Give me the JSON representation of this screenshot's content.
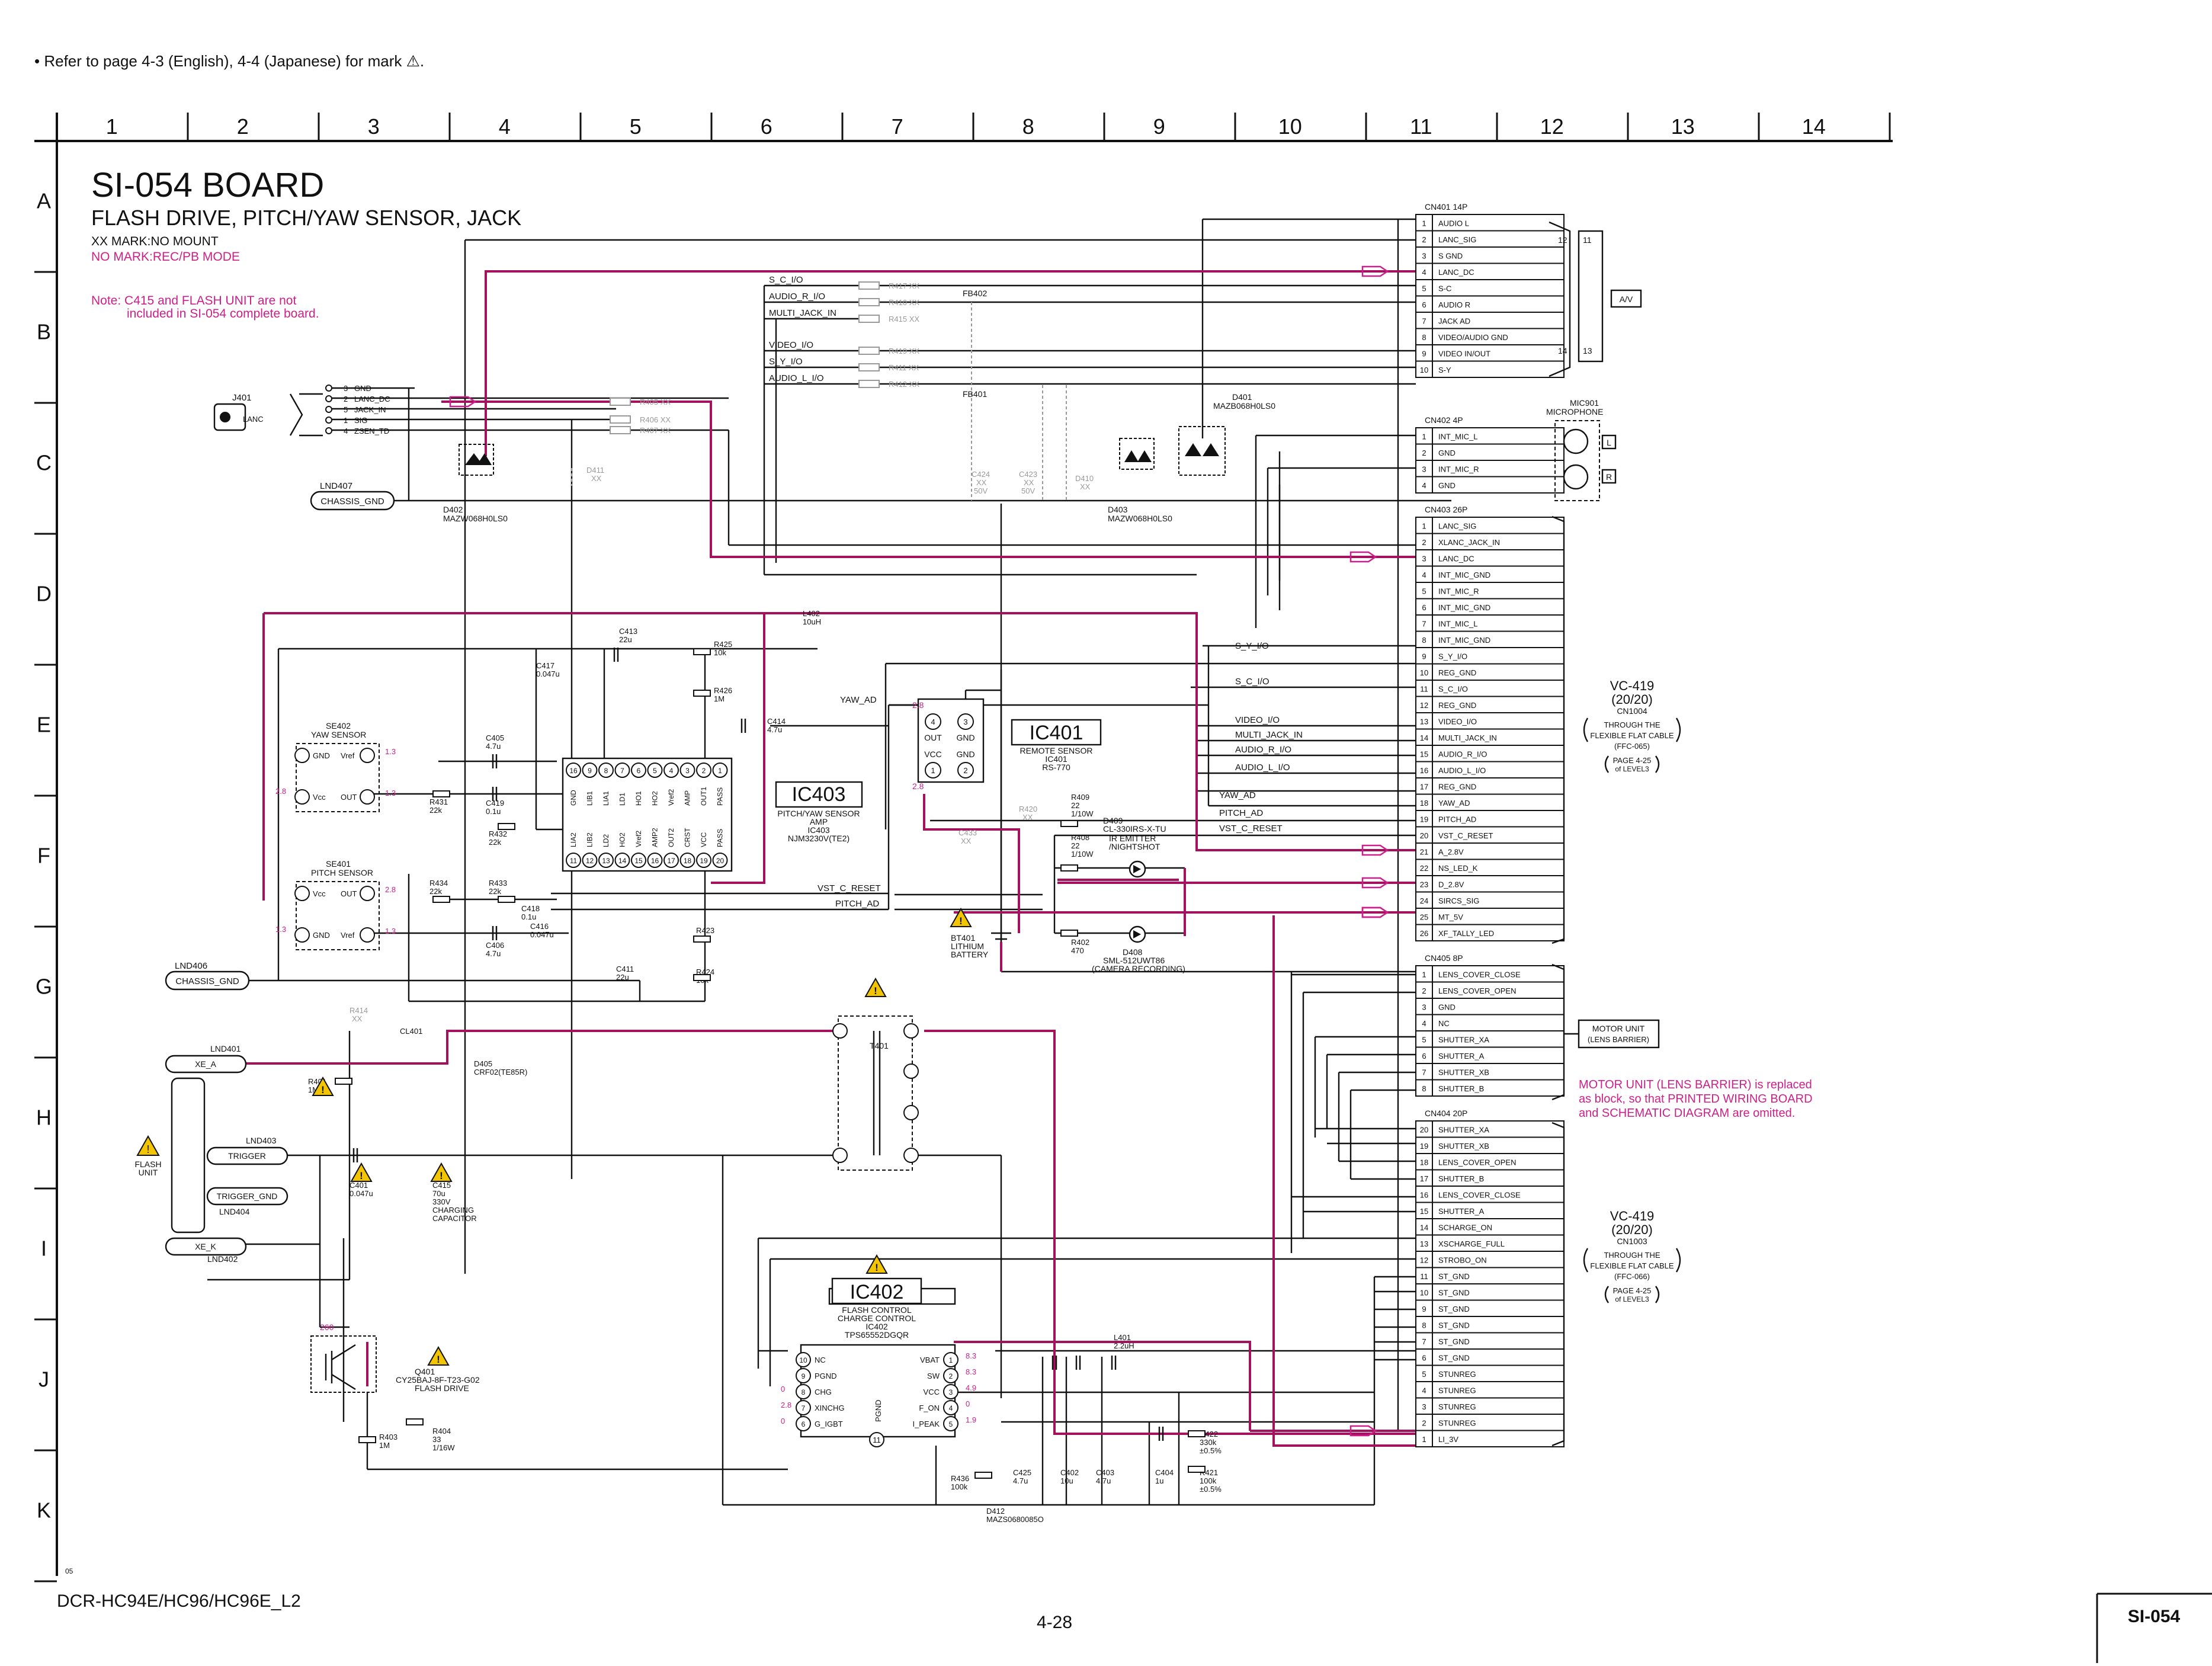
{
  "header_note": "• Refer to page 4-3 (English), 4-4 (Japanese) for mark ⚠.",
  "columns": [
    "1",
    "2",
    "3",
    "4",
    "5",
    "6",
    "7",
    "8",
    "9",
    "10",
    "11",
    "12",
    "13",
    "14"
  ],
  "rows": [
    "A",
    "B",
    "C",
    "D",
    "E",
    "F",
    "G",
    "H",
    "I",
    "J",
    "K"
  ],
  "board": {
    "title": "SI-054 BOARD",
    "subtitle": "FLASH DRIVE, PITCH/YAW SENSOR, JACK",
    "mark1": "XX MARK:NO MOUNT",
    "mark2": "NO MARK:REC/PB MODE",
    "note_line1": "Note: C415 and FLASH UNIT are not",
    "note_line2": "included in SI-054 complete board."
  },
  "cn401": {
    "title": "CN401  14P",
    "pins": [
      {
        "n": "1",
        "s": "AUDIO L"
      },
      {
        "n": "2",
        "s": "LANC_SIG"
      },
      {
        "n": "3",
        "s": "S GND"
      },
      {
        "n": "4",
        "s": "LANC_DC"
      },
      {
        "n": "5",
        "s": "S-C"
      },
      {
        "n": "6",
        "s": "AUDIO R"
      },
      {
        "n": "7",
        "s": "JACK AD"
      },
      {
        "n": "8",
        "s": "VIDEO/AUDIO GND"
      },
      {
        "n": "9",
        "s": "VIDEO IN/OUT"
      },
      {
        "n": "10",
        "s": "S-Y"
      }
    ]
  },
  "av_label": "A/V",
  "av_pins": [
    "12",
    "11",
    "14",
    "13"
  ],
  "cn402": {
    "title": "CN402  4P",
    "pins": [
      {
        "n": "1",
        "s": "INT_MIC_L"
      },
      {
        "n": "2",
        "s": "GND"
      },
      {
        "n": "3",
        "s": "INT_MIC_R"
      },
      {
        "n": "4",
        "s": "GND"
      }
    ]
  },
  "mic": {
    "ref": "MIC901",
    "label": "MICROPHONE",
    "l": "L",
    "r": "R"
  },
  "cn403": {
    "title": "CN403  26P",
    "pins": [
      {
        "n": "1",
        "s": "LANC_SIG"
      },
      {
        "n": "2",
        "s": "XLANC_JACK_IN"
      },
      {
        "n": "3",
        "s": "LANC_DC"
      },
      {
        "n": "4",
        "s": "INT_MIC_GND"
      },
      {
        "n": "5",
        "s": "INT_MIC_R"
      },
      {
        "n": "6",
        "s": "INT_MIC_GND"
      },
      {
        "n": "7",
        "s": "INT_MIC_L"
      },
      {
        "n": "8",
        "s": "INT_MIC_GND"
      },
      {
        "n": "9",
        "s": "S_Y_I/O"
      },
      {
        "n": "10",
        "s": "REG_GND"
      },
      {
        "n": "11",
        "s": "S_C_I/O"
      },
      {
        "n": "12",
        "s": "REG_GND"
      },
      {
        "n": "13",
        "s": "VIDEO_I/O"
      },
      {
        "n": "14",
        "s": "MULTI_JACK_IN"
      },
      {
        "n": "15",
        "s": "AUDIO_R_I/O"
      },
      {
        "n": "16",
        "s": "AUDIO_L_I/O"
      },
      {
        "n": "17",
        "s": "REG_GND"
      },
      {
        "n": "18",
        "s": "YAW_AD"
      },
      {
        "n": "19",
        "s": "PITCH_AD"
      },
      {
        "n": "20",
        "s": "VST_C_RESET"
      },
      {
        "n": "21",
        "s": "A_2.8V"
      },
      {
        "n": "22",
        "s": "NS_LED_K"
      },
      {
        "n": "23",
        "s": "D_2.8V"
      },
      {
        "n": "24",
        "s": "SIRCS_SIG"
      },
      {
        "n": "25",
        "s": "MT_5V"
      },
      {
        "n": "26",
        "s": "XF_TALLY_LED"
      }
    ]
  },
  "cn405": {
    "title": "CN405  8P",
    "pins": [
      {
        "n": "1",
        "s": "LENS_COVER_CLOSE"
      },
      {
        "n": "2",
        "s": "LENS_COVER_OPEN"
      },
      {
        "n": "3",
        "s": "GND"
      },
      {
        "n": "4",
        "s": "NC"
      },
      {
        "n": "5",
        "s": "SHUTTER_XA"
      },
      {
        "n": "6",
        "s": "SHUTTER_A"
      },
      {
        "n": "7",
        "s": "SHUTTER_XB"
      },
      {
        "n": "8",
        "s": "SHUTTER_B"
      }
    ]
  },
  "cn404": {
    "title": "CN404  20P",
    "pins": [
      {
        "n": "20",
        "s": "SHUTTER_XA"
      },
      {
        "n": "19",
        "s": "SHUTTER_XB"
      },
      {
        "n": "18",
        "s": "LENS_COVER_OPEN"
      },
      {
        "n": "17",
        "s": "SHUTTER_B"
      },
      {
        "n": "16",
        "s": "LENS_COVER_CLOSE"
      },
      {
        "n": "15",
        "s": "SHUTTER_A"
      },
      {
        "n": "14",
        "s": "SCHARGE_ON"
      },
      {
        "n": "13",
        "s": "XSCHARGE_FULL"
      },
      {
        "n": "12",
        "s": "STROBO_ON"
      },
      {
        "n": "11",
        "s": "ST_GND"
      },
      {
        "n": "10",
        "s": "ST_GND"
      },
      {
        "n": "9",
        "s": "ST_GND"
      },
      {
        "n": "8",
        "s": "ST_GND"
      },
      {
        "n": "7",
        "s": "ST_GND"
      },
      {
        "n": "6",
        "s": "ST_GND"
      },
      {
        "n": "5",
        "s": "STUNREG"
      },
      {
        "n": "4",
        "s": "STUNREG"
      },
      {
        "n": "3",
        "s": "STUNREG"
      },
      {
        "n": "2",
        "s": "STUNREG"
      },
      {
        "n": "1",
        "s": "LI_3V"
      }
    ]
  },
  "vc419_upper": {
    "l1": "VC-419",
    "l2": "(20/20)",
    "l3": "CN1004",
    "l4": "THROUGH THE",
    "l5": "FLEXIBLE FLAT CABLE",
    "l6": "(FFC-065)",
    "l7": "PAGE 4-25",
    "l8": "of LEVEL3"
  },
  "vc419_lower": {
    "l1": "VC-419",
    "l2": "(20/20)",
    "l3": "CN1003",
    "l4": "THROUGH THE",
    "l5": "FLEXIBLE FLAT CABLE",
    "l6": "(FFC-066)",
    "l7": "PAGE 4-25",
    "l8": "of LEVEL3"
  },
  "motor_unit": {
    "l1": "MOTOR UNIT",
    "l2": "(LENS BARRIER)"
  },
  "motor_note": {
    "l1": "MOTOR UNIT (LENS BARRIER) is replaced",
    "l2": "as block, so that PRINTED WIRING BOARD",
    "l3": "and SCHEMATIC DIAGRAM are omitted."
  },
  "ic403": {
    "name": "IC403",
    "l1": "PITCH/YAW SENSOR",
    "l2": "AMP",
    "l3": "IC403",
    "l4": "NJM3230V(TE2)",
    "top_pins": [
      "16",
      "9",
      "8",
      "7",
      "6",
      "5",
      "4",
      "3",
      "2",
      "1"
    ],
    "bottom_pins": [
      "11",
      "12",
      "13",
      "14",
      "15",
      "16",
      "17",
      "18",
      "19",
      "20"
    ],
    "pin_names": [
      "GND",
      "LIB1",
      "LIA1",
      "LD1",
      "HO1",
      "HO2",
      "Vref2",
      "AMP",
      "OUT1",
      "PASS",
      "LIA2",
      "LIB2",
      "LD2",
      "HO2",
      "Vref2",
      "AMP2",
      "OUT2",
      "CRST",
      "VCC",
      "PASS"
    ]
  },
  "ic401": {
    "name": "IC401",
    "l1": "REMOTE SENSOR",
    "l2": "IC401",
    "l3": "RS-770",
    "pins": [
      "4",
      "3",
      "1",
      "2"
    ],
    "pin_names": [
      "OUT",
      "GND",
      "VCC",
      "GND"
    ],
    "v": "2.8"
  },
  "ic402": {
    "name": "IC402",
    "l1": "FLASH CONTROL",
    "l2": "CHARGE CONTROL",
    "l3": "IC402",
    "l4": "TPS65552DGQR",
    "left": [
      {
        "n": "10",
        "s": "NC"
      },
      {
        "n": "9",
        "s": "PGND"
      },
      {
        "n": "8",
        "s": "CHG"
      },
      {
        "n": "7",
        "s": "XINCHG"
      },
      {
        "n": "6",
        "s": "G_IGBT"
      }
    ],
    "right": [
      {
        "n": "1",
        "s": "VBAT",
        "v": "8.3"
      },
      {
        "n": "2",
        "s": "SW",
        "v": "8.3"
      },
      {
        "n": "3",
        "s": "VCC",
        "v": "4.9"
      },
      {
        "n": "4",
        "s": "F_ON",
        "v": "0"
      },
      {
        "n": "5",
        "s": "I_PEAK",
        "v": "1.9"
      }
    ],
    "left_v": [
      "0",
      "2.8",
      "0"
    ],
    "bottom": "11",
    "bottom_label": "PGND"
  },
  "sensors": {
    "se402": {
      "ref": "SE402",
      "label": "YAW SENSOR",
      "p1": "GND",
      "p2": "Vref",
      "p3": "Vcc",
      "p4": "OUT",
      "v1": "1.3",
      "v2": "2.8",
      "v3": "1.3"
    },
    "se401": {
      "ref": "SE401",
      "label": "PITCH SENSOR",
      "p1": "Vcc",
      "p2": "OUT",
      "p3": "GND",
      "p4": "Vref",
      "v1": "2.8",
      "v2": "1.3",
      "v3": "1.3"
    }
  },
  "jack": {
    "ref": "J401",
    "label": "LANC",
    "pins": [
      {
        "n": "3",
        "s": "GND"
      },
      {
        "n": "2",
        "s": "LANC_DC"
      },
      {
        "n": "5",
        "s": "JACK_IN"
      },
      {
        "n": "1",
        "s": "SIG"
      },
      {
        "n": "4",
        "s": "ZSEN_TD"
      }
    ]
  },
  "nets": {
    "chassis_gnd": "CHASSIS_GND",
    "lnd407": "LND407",
    "lnd406": "LND406",
    "yaw_ad": "YAW_AD",
    "pitch_ad": "PITCH_AD",
    "vst_c_reset": "VST_C_RESET",
    "s_c": "S_C_I/O",
    "audio_r": "AUDIO_R_I/O",
    "multi": "MULTI_JACK_IN",
    "video": "VIDEO_I/O",
    "s_y": "S_Y_I/O",
    "audio_l": "AUDIO_L_I/O",
    "s_y2": "S_Y_I/O",
    "s_c2": "S_C_I/O",
    "video2": "VIDEO_I/O",
    "multi2": "MULTI_JACK_IN",
    "audio_r2": "AUDIO_R_I/O",
    "audio_l2": "AUDIO_L_I/O",
    "yaw2": "YAW_AD",
    "pitch2": "PITCH_AD",
    "vst2": "VST_C_RESET",
    "fb401": "FB401",
    "fb402": "FB402"
  },
  "flash": {
    "unit_l1": "FLASH",
    "unit_l2": "UNIT",
    "lnd401": "LND401",
    "xe_a": "XE_A",
    "lnd403": "LND403",
    "trigger": "TRIGGER",
    "trigger_gnd": "TRIGGER_GND",
    "lnd404": "LND404",
    "xe_k": "XE_K",
    "lnd402": "LND402"
  },
  "parts": {
    "d402": [
      "D402",
      "MAZW068H0LS0"
    ],
    "d401": [
      "D401",
      "MAZB068H0LS0"
    ],
    "d403": [
      "D403",
      "MAZW068H0LS0"
    ],
    "d405": [
      "D405",
      "CRF02(TE85R)"
    ],
    "d412": [
      "D412",
      "MAZS0680085O"
    ],
    "q401": [
      "Q401",
      "CY25BAJ-8F-T23-G02",
      "FLASH DRIVE"
    ],
    "t401": "T401",
    "bt401": [
      "BT401",
      "LITHIUM",
      "BATTERY"
    ],
    "d409": [
      "D409",
      "CL-330IRS-X-TU",
      "IR EMITTER",
      "/NIGHTSHOT"
    ],
    "d408": [
      "D408",
      "SML-512UWT86",
      "(CAMERA RECORDING)"
    ],
    "l402": [
      "L402",
      "10uH"
    ],
    "l401": [
      "L401",
      "2.2uH"
    ],
    "c417": [
      "C417",
      "0.047u"
    ],
    "c413": [
      "C413",
      "22u"
    ],
    "r425": [
      "R425",
      "10k"
    ],
    "r426": [
      "R426",
      "1M"
    ],
    "c414": [
      "C414",
      "4.7u"
    ],
    "c405": [
      "C405",
      "4.7u"
    ],
    "r431": [
      "R431",
      "22k"
    ],
    "c419": [
      "C419",
      "0.1u"
    ],
    "r432": [
      "R432",
      "22k"
    ],
    "r434": [
      "R434",
      "22k"
    ],
    "r433": [
      "R433",
      "22k"
    ],
    "c418": [
      "C418",
      "0.1u"
    ],
    "c416": [
      "C416",
      "0.047u"
    ],
    "c406": [
      "C406",
      "4.7u"
    ],
    "c411": [
      "C411",
      "22u"
    ],
    "r423": [
      "R423",
      "1M"
    ],
    "r424": [
      "R424",
      "10k"
    ],
    "r409": [
      "R409",
      "22",
      "1/10W"
    ],
    "r408": [
      "R408",
      "22",
      "1/10W"
    ],
    "r402": [
      "R402",
      "470"
    ],
    "r401": [
      "R401",
      "1M"
    ],
    "c401": [
      "C401",
      "0.047u"
    ],
    "c415": [
      "C415",
      "70u",
      "330V",
      "CHARGING",
      "CAPACITOR"
    ],
    "cl401": "CL401",
    "r403": [
      "R403",
      "1M"
    ],
    "r404": [
      "R404",
      "33",
      "1/16W"
    ],
    "v260": "260",
    "r436": [
      "R436",
      "100k"
    ],
    "c425": [
      "C425",
      "4.7u"
    ],
    "c402": [
      "C402",
      "10u"
    ],
    "c403": [
      "C403",
      "4.7u"
    ],
    "c404": [
      "C404",
      "1u"
    ],
    "r422": [
      "R422",
      "330k",
      "±0.5%"
    ],
    "r421": [
      "R421",
      "100k",
      "±0.5%"
    ],
    "r417": "R417  XX",
    "r410": "R410  XX",
    "r415": "R415  XX",
    "r419": "R419  XX",
    "r411": "R411  XX",
    "r412": "R412  XX",
    "r405": "R405  XX",
    "r406": "R406  XX",
    "r407": "R407  XX",
    "d411": [
      "D411",
      "XX"
    ],
    "c424": [
      "C424",
      "XX",
      "50V"
    ],
    "c423": [
      "C423",
      "XX",
      "50V"
    ],
    "d410": [
      "D410",
      "XX"
    ],
    "r420": [
      "R420",
      "XX"
    ],
    "c433": [
      "C433",
      "XX"
    ],
    "r414": [
      "R414",
      "XX"
    ]
  },
  "footer": {
    "model": "DCR-HC94E/HC96/HC96E_L2",
    "page": "4-28",
    "board": "SI-054",
    "small": "05"
  }
}
